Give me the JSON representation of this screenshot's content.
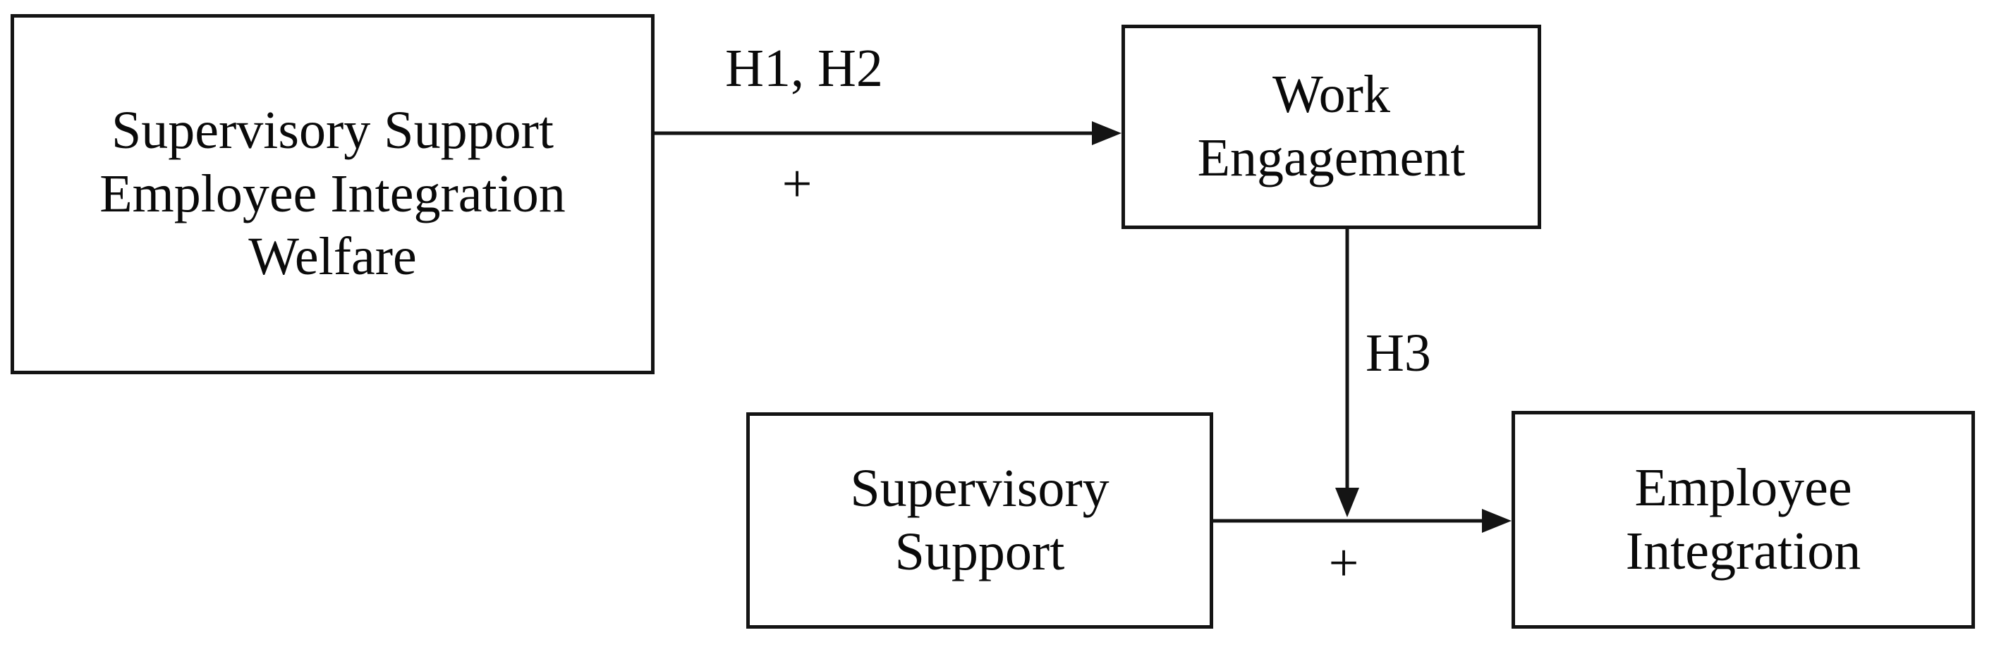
{
  "diagram": {
    "background_color": "#ffffff",
    "line_color": "#141414",
    "text_color": "#0a0a0a"
  },
  "nodes": {
    "antecedents": {
      "lines": [
        "Supervisory Support",
        "Employee Integration",
        "Welfare"
      ]
    },
    "work_engagement": {
      "lines": [
        "Work",
        "Engagement"
      ]
    },
    "supervisory_support": {
      "lines": [
        "Supervisory",
        "Support"
      ]
    },
    "employee_integration": {
      "lines": [
        "Employee",
        "Integration"
      ]
    }
  },
  "arrows": {
    "h1h2": {
      "label": "H1, H2",
      "sign": "+"
    },
    "h3": {
      "label": "H3"
    },
    "moderation": {
      "sign": "+"
    }
  }
}
